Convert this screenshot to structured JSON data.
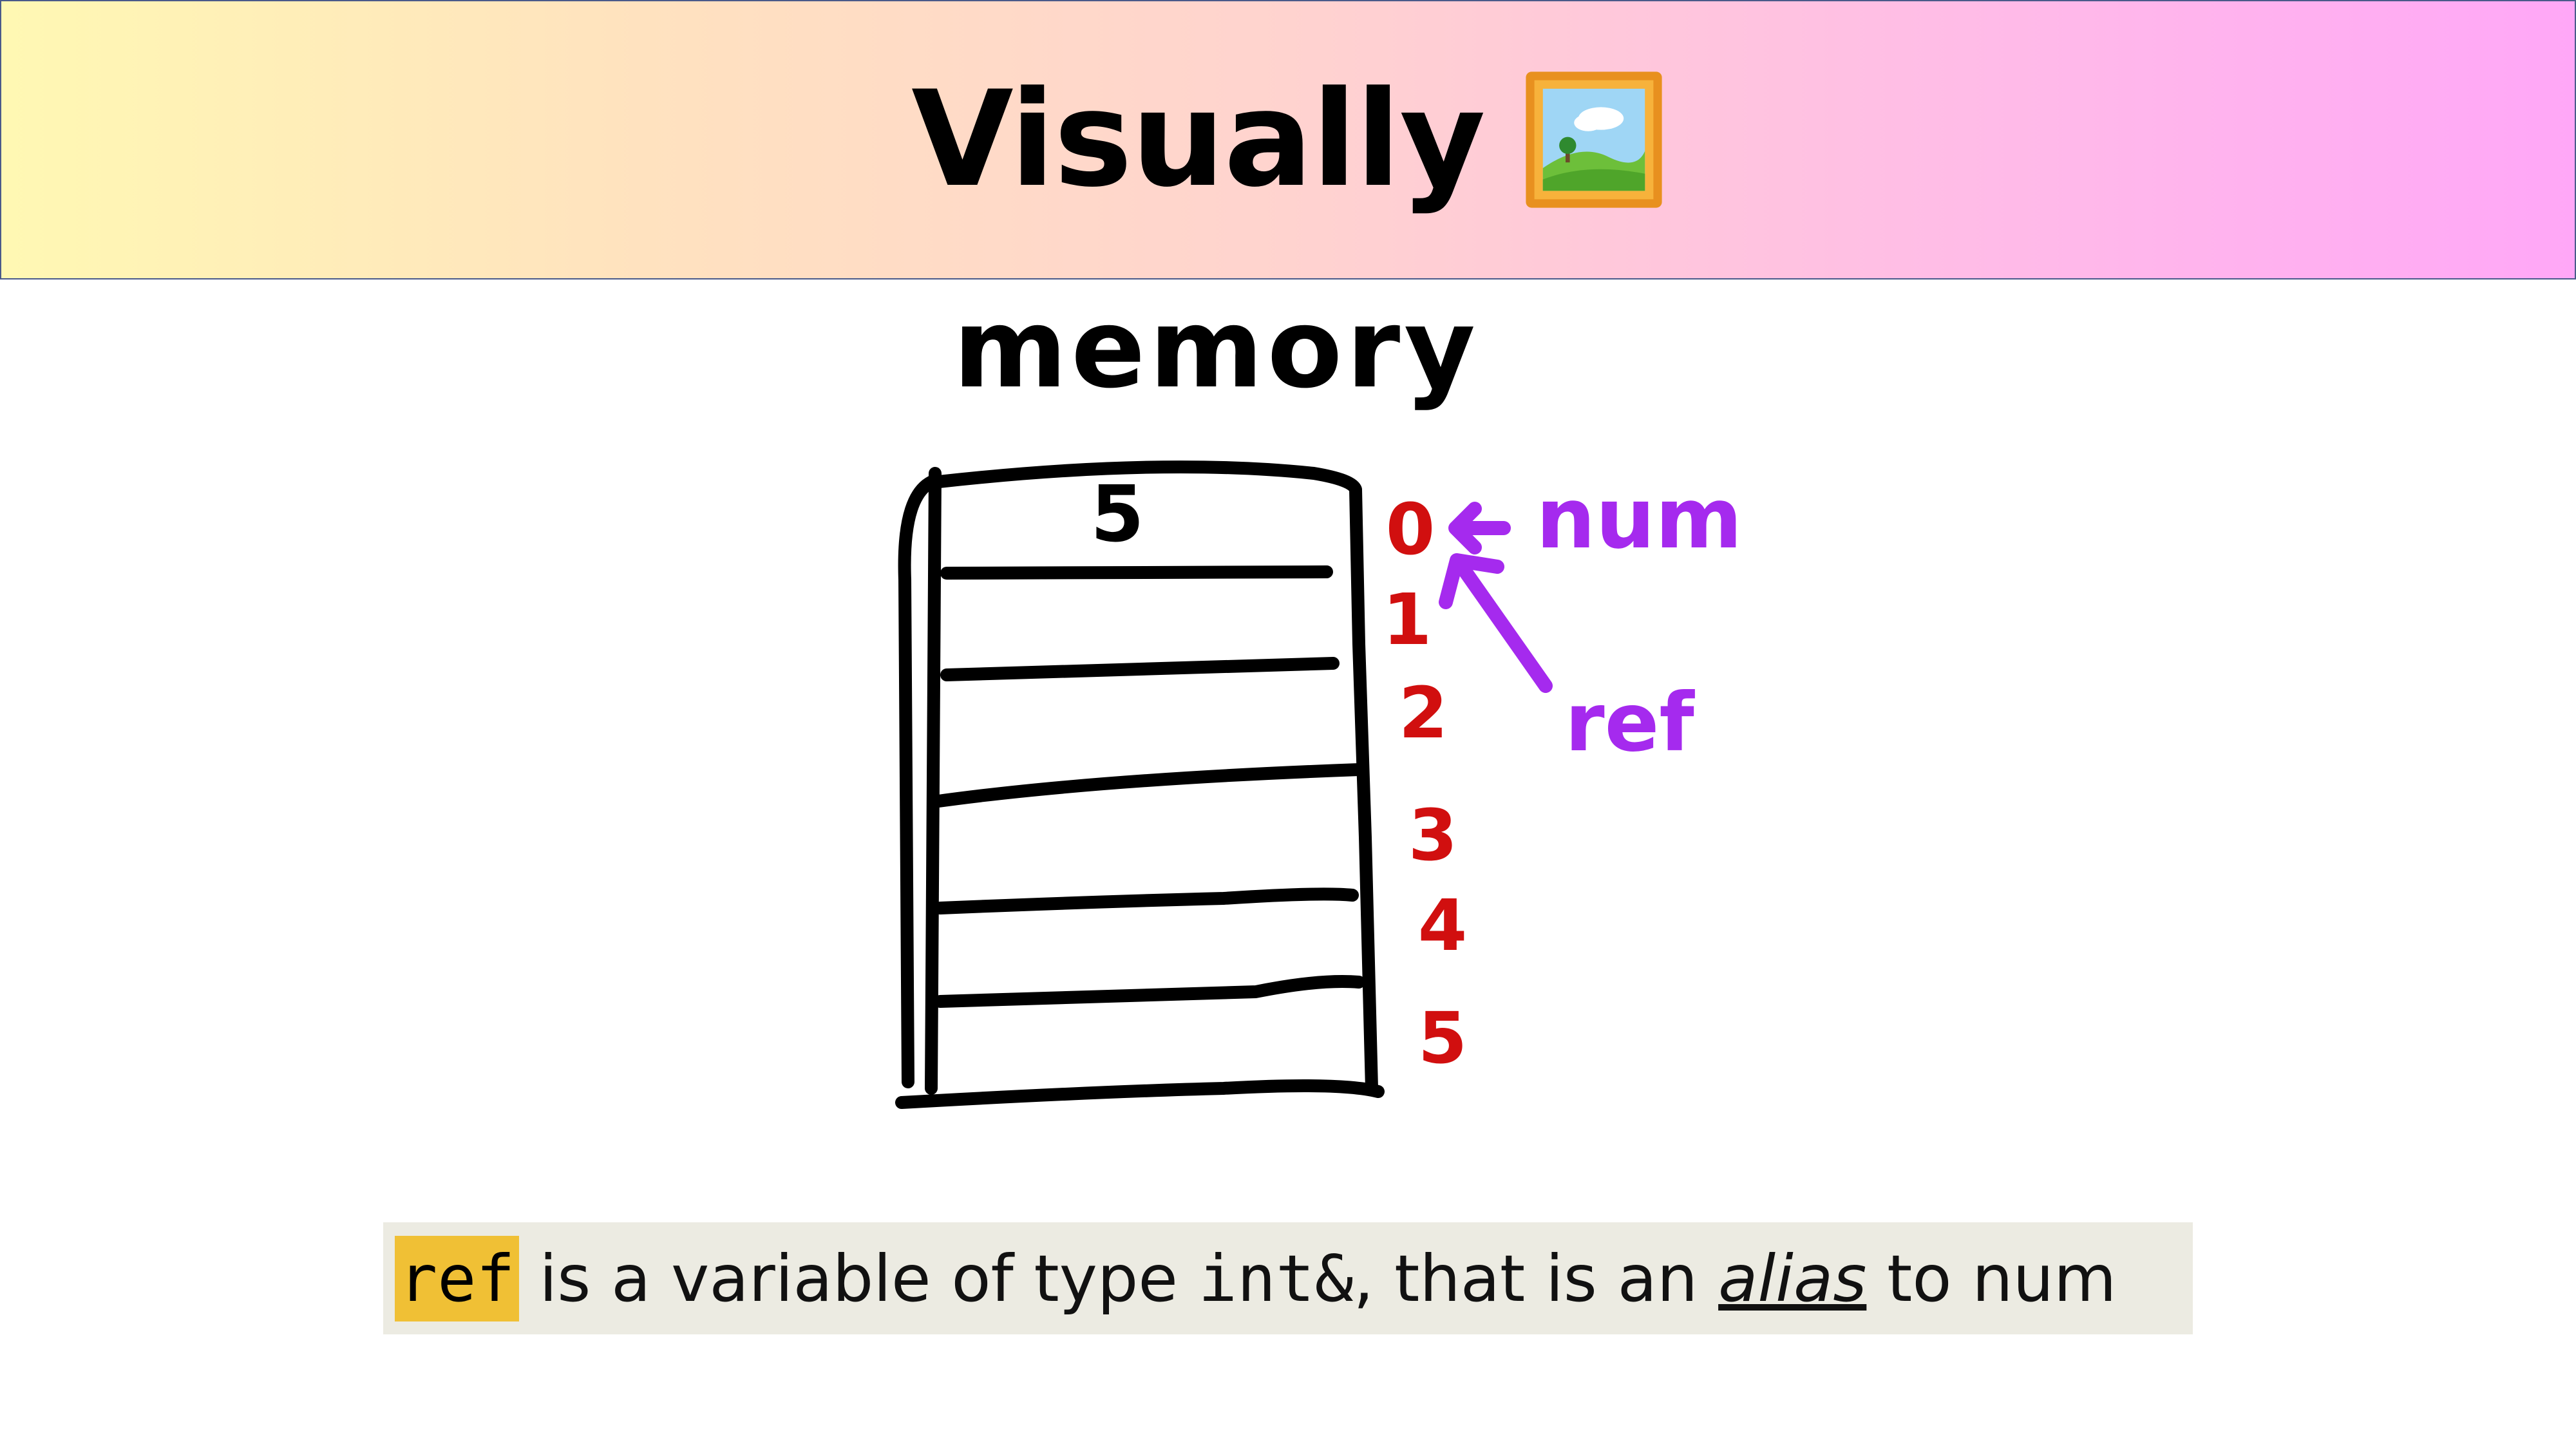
{
  "slide": {
    "title": "Visually",
    "title_icon": "framed-picture-icon"
  },
  "diagram": {
    "memory_label": "memory",
    "stored_value": "5",
    "addresses": [
      "0",
      "1",
      "2",
      "3",
      "4",
      "5"
    ],
    "variable_num": "num",
    "variable_ref": "ref",
    "colors": {
      "ink": "#000000",
      "address": "#d10f0f",
      "variable": "#a52aee"
    }
  },
  "caption": {
    "ref_code": "ref",
    "part1": " is a variable of type ",
    "type_code": "int&",
    "part2": ", that is an ",
    "alias": "alias",
    "part3": " to num"
  }
}
